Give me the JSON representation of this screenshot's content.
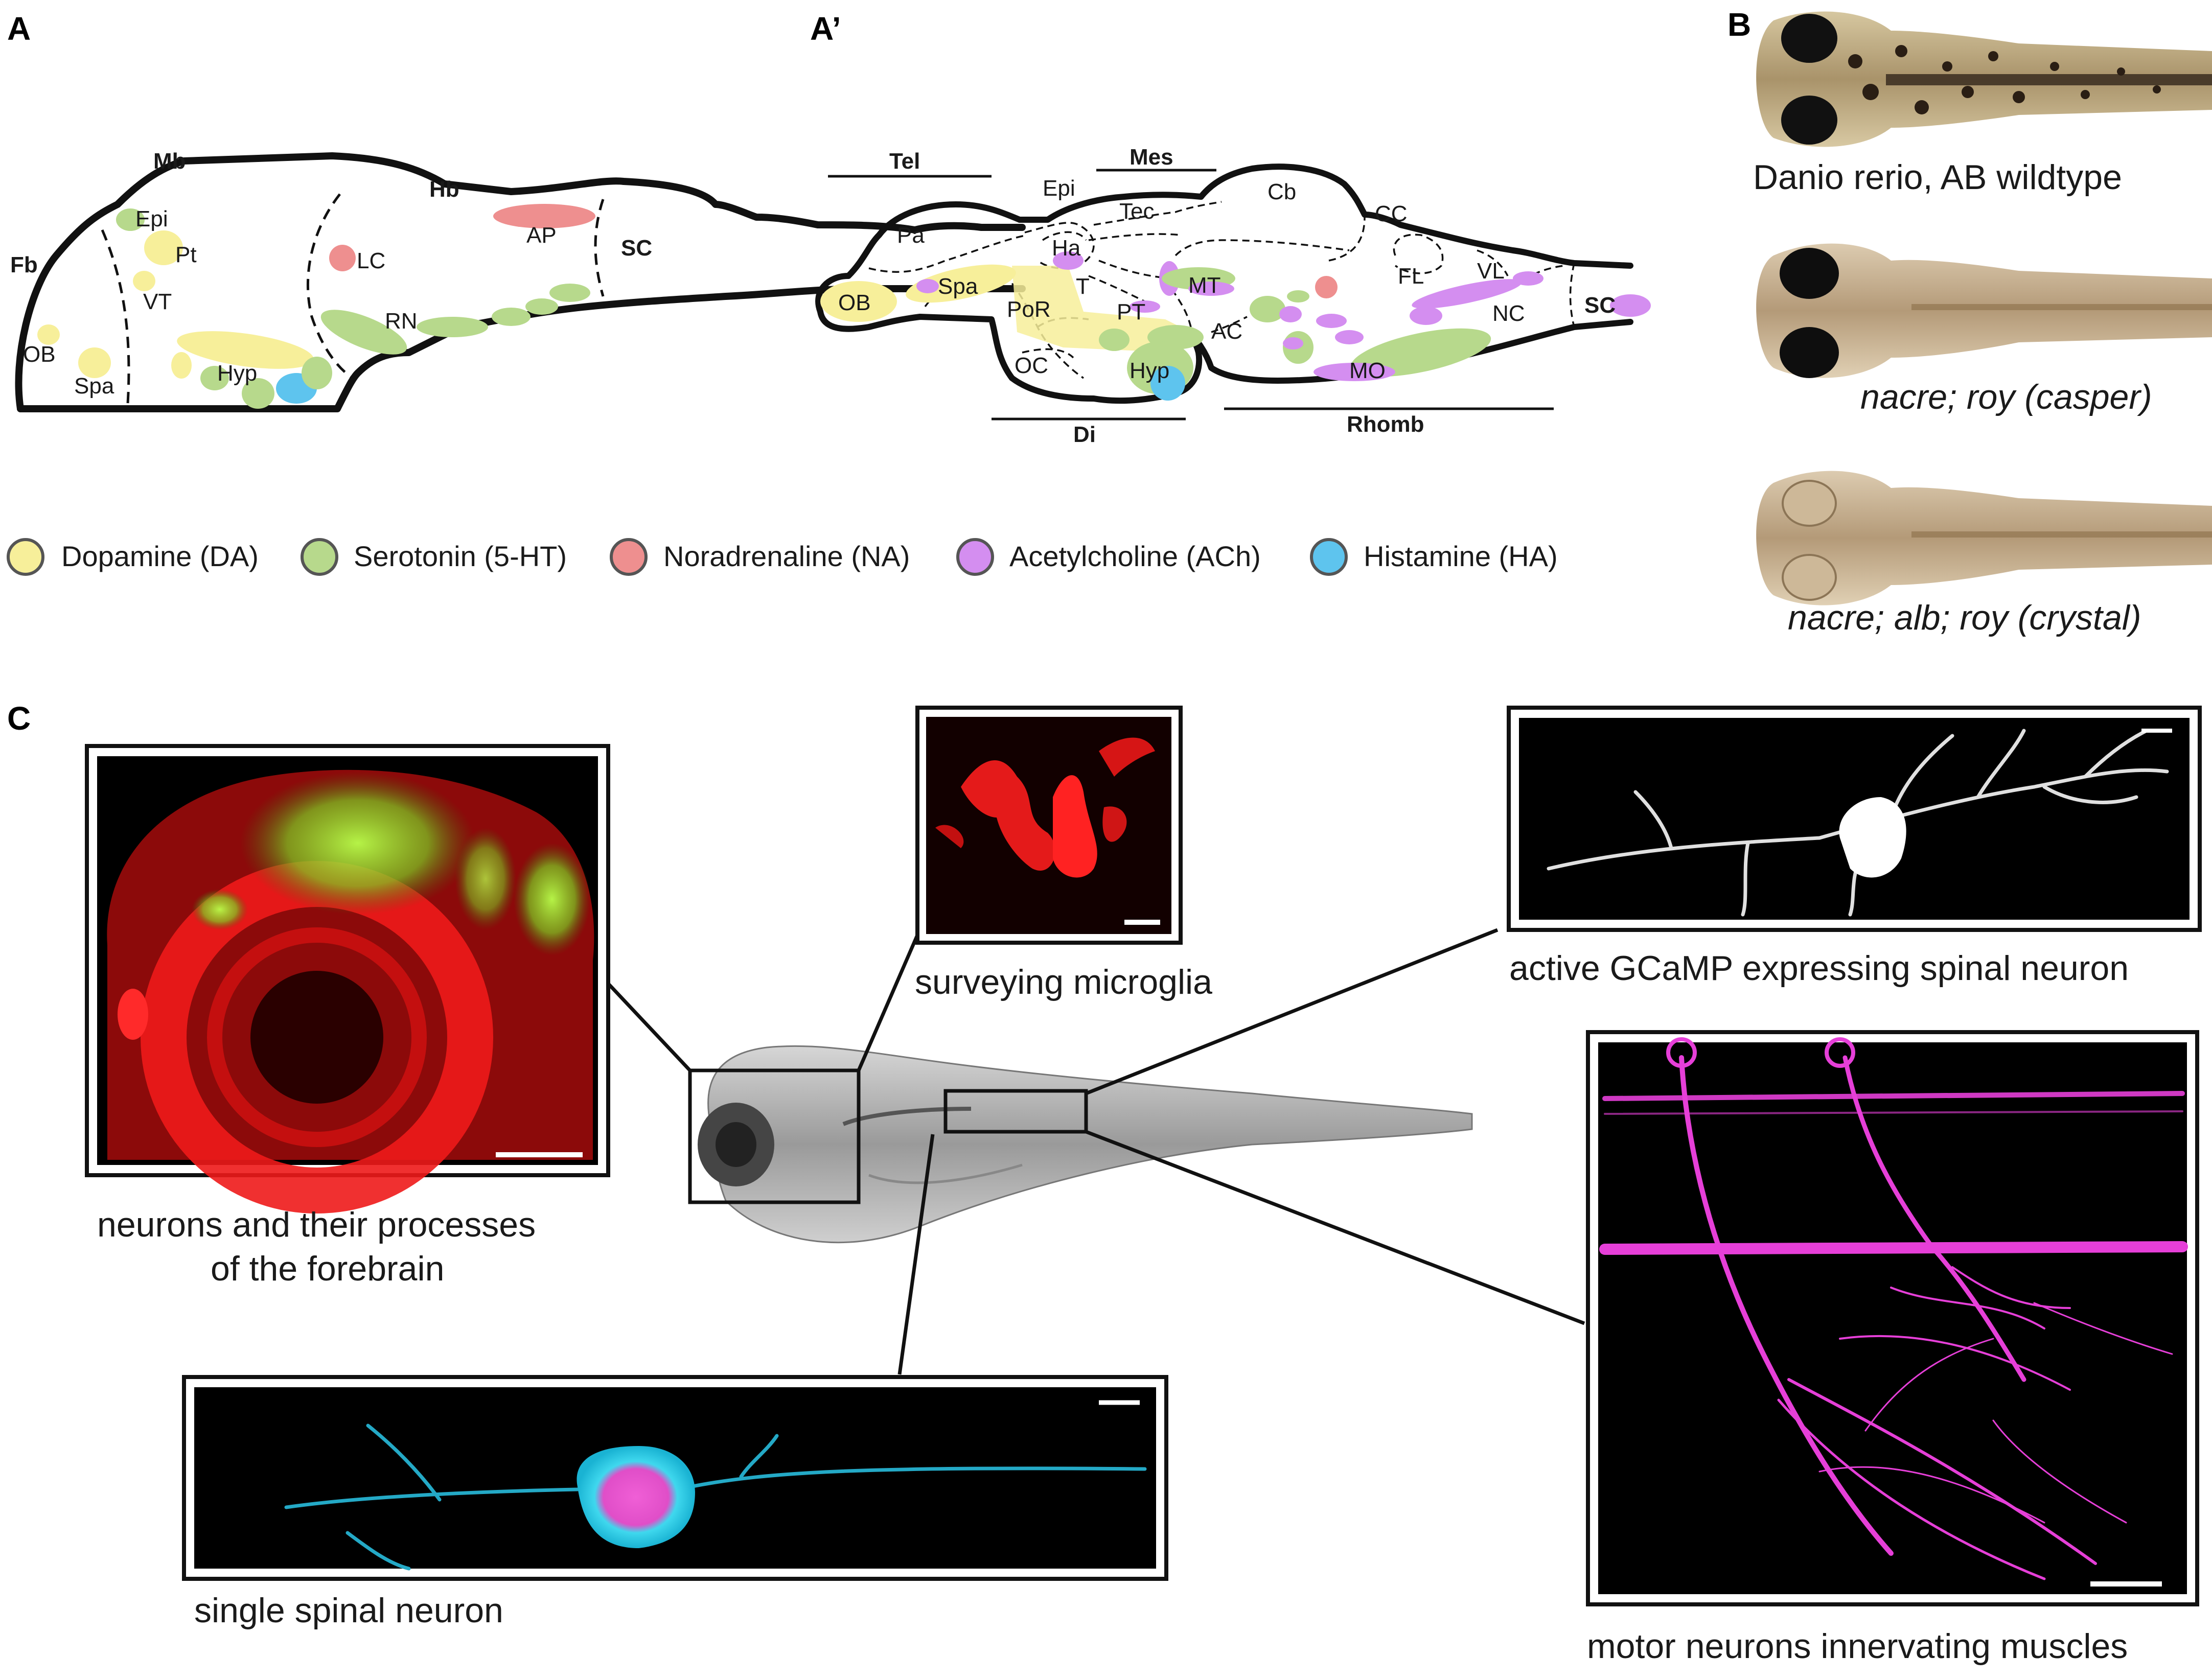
{
  "colors": {
    "dopamine": "#f7ef9a",
    "serotonin": "#b7d98c",
    "noradrenaline": "#ee8f8f",
    "acetylcholine": "#d48ef0",
    "histamine": "#5ec4ee",
    "outline": "#111111"
  },
  "panels": {
    "a": "A",
    "a_prime": "A’",
    "b": "B",
    "c": "C"
  },
  "panel_a": {
    "regions": {
      "fb": "Fb",
      "mb": "Mb",
      "hb": "Hb",
      "sc": "SC"
    },
    "labels": {
      "epi": "Epi",
      "pt": "Pt",
      "vt": "VT",
      "ob": "OB",
      "spa": "Spa",
      "hyp": "Hyp",
      "lc": "LC",
      "rn": "RN",
      "ap": "AP"
    }
  },
  "panel_a_prime": {
    "regions": {
      "tel": "Tel",
      "mes": "Mes",
      "di": "Di",
      "rhomb": "Rhomb"
    },
    "labels": {
      "epi": "Epi",
      "pa": "Pa",
      "tec": "Tec",
      "cb": "Cb",
      "cc": "CC",
      "ha": "Ha",
      "fl": "FL",
      "vl": "VL",
      "ob": "OB",
      "spa": "Spa",
      "por": "PoR",
      "t": "T",
      "pt": "PT",
      "mt": "MT",
      "ac": "AC",
      "nc": "NC",
      "sc": "SC",
      "oc": "OC",
      "hyp": "Hyp",
      "mo": "MO"
    }
  },
  "legend": [
    {
      "label": "Dopamine (DA)",
      "color_key": "dopamine"
    },
    {
      "label": "Serotonin (5-HT)",
      "color_key": "serotonin"
    },
    {
      "label": "Noradrenaline (NA)",
      "color_key": "noradrenaline"
    },
    {
      "label": "Acetylcholine (ACh)",
      "color_key": "acetylcholine"
    },
    {
      "label": "Histamine (HA)",
      "color_key": "histamine"
    }
  ],
  "panel_b": {
    "strains": [
      {
        "caption": "Danio rerio, AB wildtype"
      },
      {
        "caption": "nacre; roy (casper)"
      },
      {
        "caption": "nacre; alb; roy (crystal)"
      }
    ]
  },
  "panel_c": {
    "captions": {
      "forebrain_line1": "neurons and their processes",
      "forebrain_line2": "of the forebrain",
      "microglia": "surveying microglia",
      "gcamp": "active GCaMP expressing spinal neuron",
      "motor": "motor neurons innervating muscles",
      "single": "single spinal neuron"
    }
  }
}
